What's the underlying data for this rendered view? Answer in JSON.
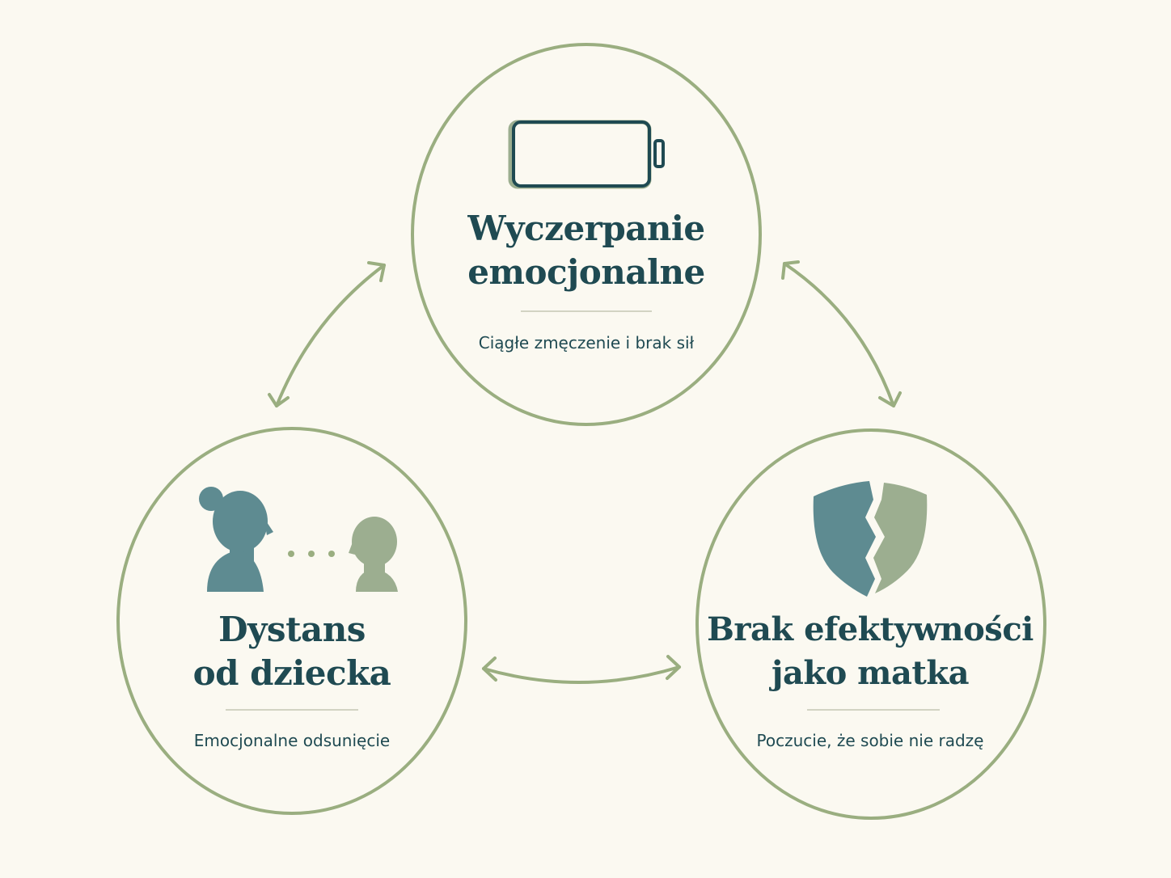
{
  "colors": {
    "background": "#fbf9f1",
    "circle_stroke": "#9aae80",
    "arrow": "#9aae80",
    "text": "#1f4a52",
    "teal": "#5e8b91",
    "sage": "#9cae90",
    "divider": "#d2d3c3"
  },
  "nodes": {
    "top": {
      "icon": "battery-empty-icon",
      "title_line1": "Wyczerpanie",
      "title_line2": "emocjonalne",
      "subtitle": "Ciągłe zmęczenie i brak sił"
    },
    "left": {
      "icon": "mother-child-distance-icon",
      "title_line1": "Dystans",
      "title_line2": "od dziecka",
      "subtitle": "Emocjonalne odsunięcie"
    },
    "right": {
      "icon": "broken-shield-icon",
      "title_line1": "Brak efektywności",
      "title_line2": "jako matka",
      "subtitle": "Poczucie, że sobie nie radzę"
    }
  },
  "edges": [
    {
      "from": "top",
      "to": "left",
      "type": "bidirectional-arrow"
    },
    {
      "from": "top",
      "to": "right",
      "type": "bidirectional-arrow"
    },
    {
      "from": "left",
      "to": "right",
      "type": "bidirectional-arrow"
    }
  ]
}
